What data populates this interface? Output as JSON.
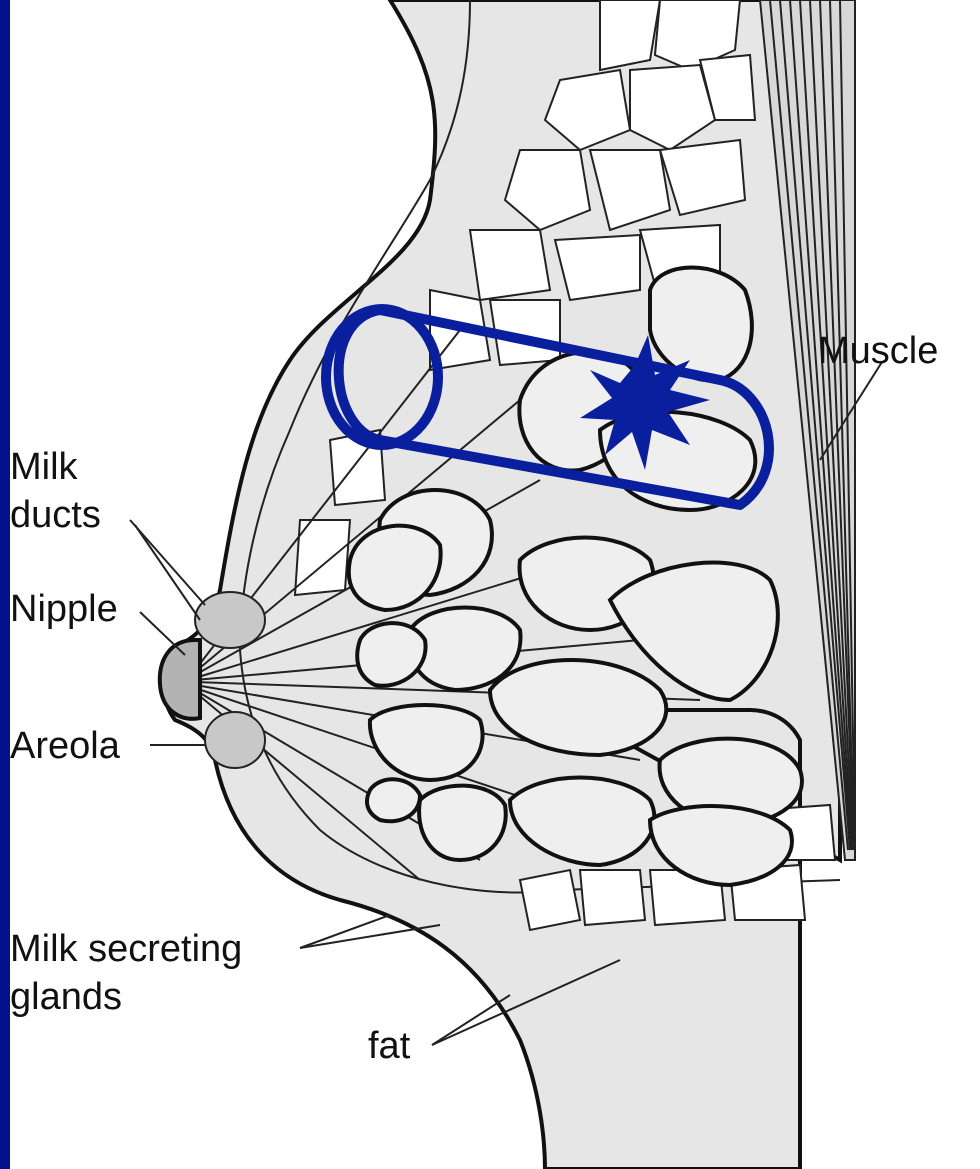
{
  "labels": {
    "muscle": "Muscle",
    "milk_ducts_1": "Milk",
    "milk_ducts_2": "ducts",
    "nipple": "Nipple",
    "areola": "Areola",
    "glands_1": "Milk secreting",
    "glands_2": "glands",
    "fat": "fat"
  },
  "colors": {
    "frame": "#05108c",
    "paper": "#ffffff",
    "tissue": "#e6e6e6",
    "line": "#111111",
    "annotation": "#0a1f9e",
    "lobule_fill": "#efefef",
    "nipple_fill": "#b3b3b3"
  },
  "icons": [
    "burst-marker-icon",
    "tumor-capsule-outline"
  ]
}
